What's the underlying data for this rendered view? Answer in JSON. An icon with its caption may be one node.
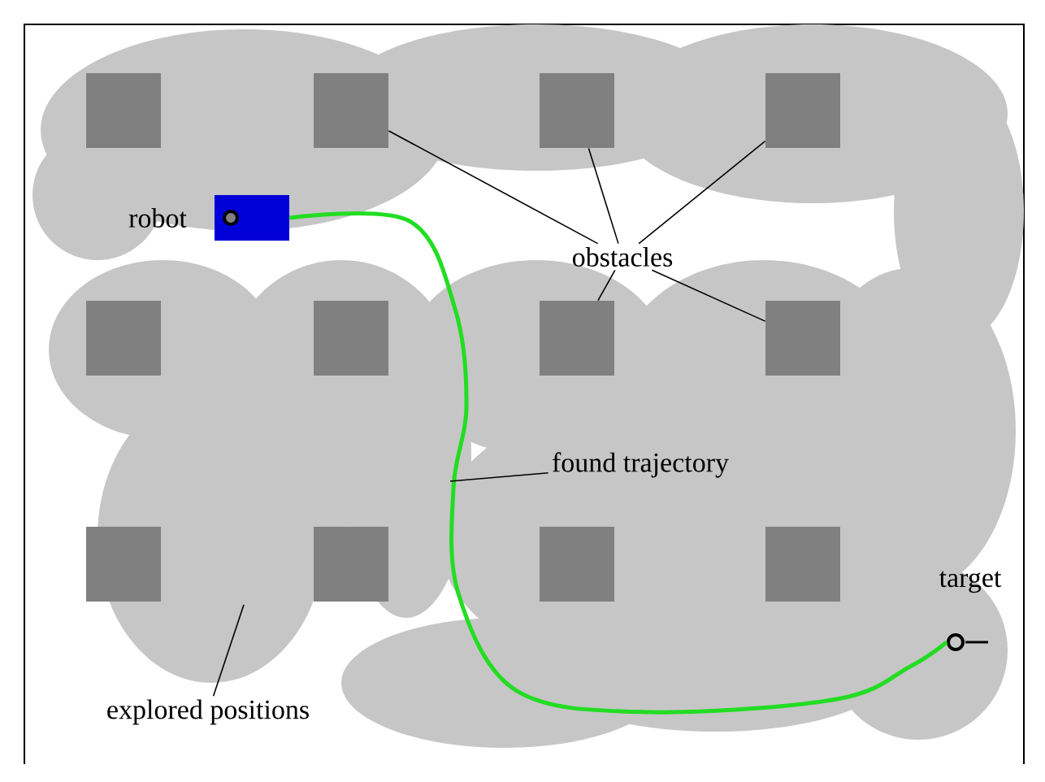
{
  "diagram": {
    "nodes": [
      {
        "text": [],
        "shape": "box"
      },
      {
        "text": [],
        "shape": "box"
      },
      {
        "text": [],
        "shape": "box"
      },
      {
        "text": [],
        "shape": "box"
      },
      {
        "text": [],
        "shape": "box"
      },
      {
        "text": [],
        "shape": "box"
      },
      {
        "text": [],
        "shape": "box"
      },
      {
        "text": [],
        "shape": "box"
      },
      {
        "text": [],
        "shape": "box"
      },
      {
        "text": [],
        "shape": "box"
      },
      {
        "text": [],
        "shape": "box"
      },
      {
        "text": [],
        "shape": "box"
      },
      {
        "text": [],
        "shape": "box",
        "beside": [
          "robot"
        ]
      },
      {
        "text": [],
        "shape": "circle",
        "beside": [
          "target"
        ]
      },
      {
        "text": [
          "obstacles"
        ]
      },
      {
        "text": [
          "found trajectory"
        ]
      },
      {
        "text": [
          "explored positions"
        ]
      }
    ],
    "edges": [
      {
        "from": 12,
        "to": 13,
        "arrow": "none",
        "style": "thick",
        "color": "#22dd22"
      },
      {
        "from": 14,
        "to": 1,
        "arrow": "none"
      },
      {
        "from": 14,
        "to": 2,
        "arrow": "none"
      },
      {
        "from": 14,
        "to": 3,
        "arrow": "none"
      },
      {
        "from": 14,
        "to": 6,
        "arrow": "none"
      },
      {
        "from": 14,
        "to": 7,
        "arrow": "none"
      },
      {
        "from": 15,
        "to": null,
        "arrow": "none"
      },
      {
        "from": 16,
        "to": null,
        "arrow": "none"
      }
    ]
  }
}
